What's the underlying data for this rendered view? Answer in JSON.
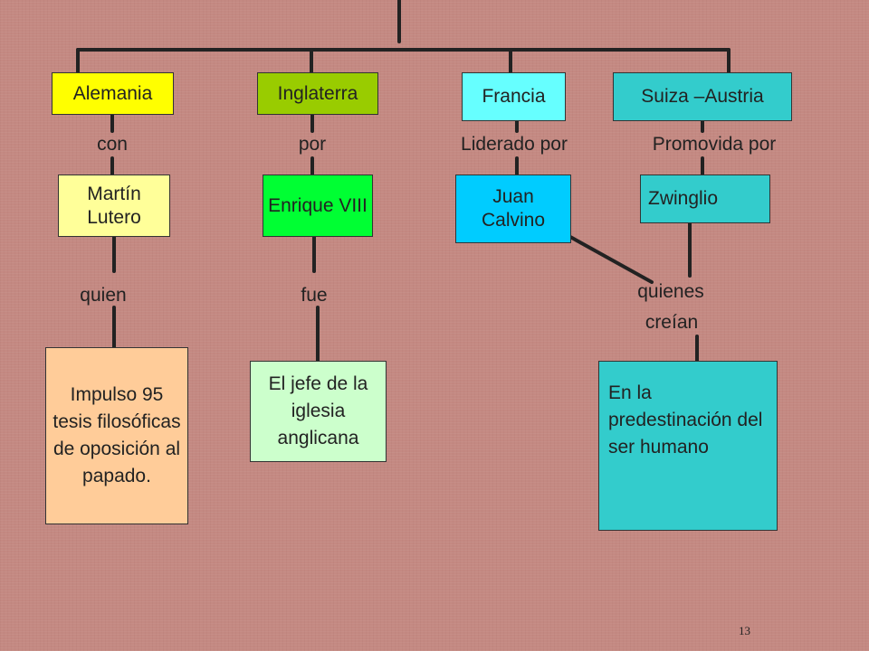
{
  "colors": {
    "alemania": "#ffff00",
    "inglaterra": "#99cc00",
    "francia": "#66ffff",
    "suiza": "#33cccc",
    "lutero": "#ffff99",
    "enrique": "#00ff33",
    "calvino": "#00ccff",
    "zwinglio": "#33cccc",
    "impulso": "#ffcc99",
    "jefe": "#ccffcc",
    "predestinacion": "#33cccc",
    "line": "#222222"
  },
  "countries": {
    "alemania": "Alemania",
    "inglaterra": "Inglaterra",
    "francia": "Francia",
    "suiza": "Suiza –Austria"
  },
  "connectors": {
    "con": "con",
    "por": "por",
    "liderado": "Liderado por",
    "promovida": "Promovida por",
    "quien": "quien",
    "fue": "fue",
    "quienes": "quienes",
    "creian": "creían"
  },
  "leaders": {
    "lutero": "Martín Lutero",
    "enrique": "Enrique VIII",
    "calvino": "Juan Calvino",
    "zwinglio": "Zwinglio"
  },
  "outcomes": {
    "impulso": "Impulso 95 tesis filosóficas de oposición al papado.",
    "jefe": "El jefe de la iglesia anglicana",
    "predestinacion": "En la predestinación del ser humano"
  },
  "page_number": "13"
}
